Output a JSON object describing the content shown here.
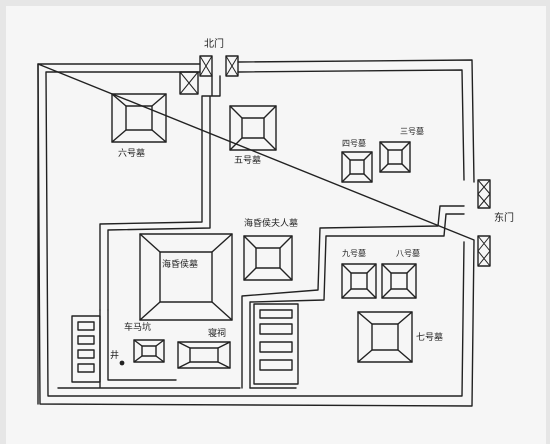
{
  "labels": {
    "north_gate": "北门",
    "east_gate": "东门",
    "tomb_6": "六号墓",
    "tomb_5": "五号墓",
    "tomb_4": "四号墓",
    "tomb_3": "三号墓",
    "haihunhou": "海昏侯墓",
    "haihunhou_wife": "海昏侯夫人墓",
    "tomb_9": "九号墓",
    "tomb_8": "八号墓",
    "tomb_7": "七号墓",
    "cart_horse_pit": "车马坑",
    "well": "井",
    "ritual_hall": "寝祠"
  },
  "colors": {
    "ink": "#222222",
    "paper": "#f6f6f6",
    "background": "#e4e4e4"
  }
}
